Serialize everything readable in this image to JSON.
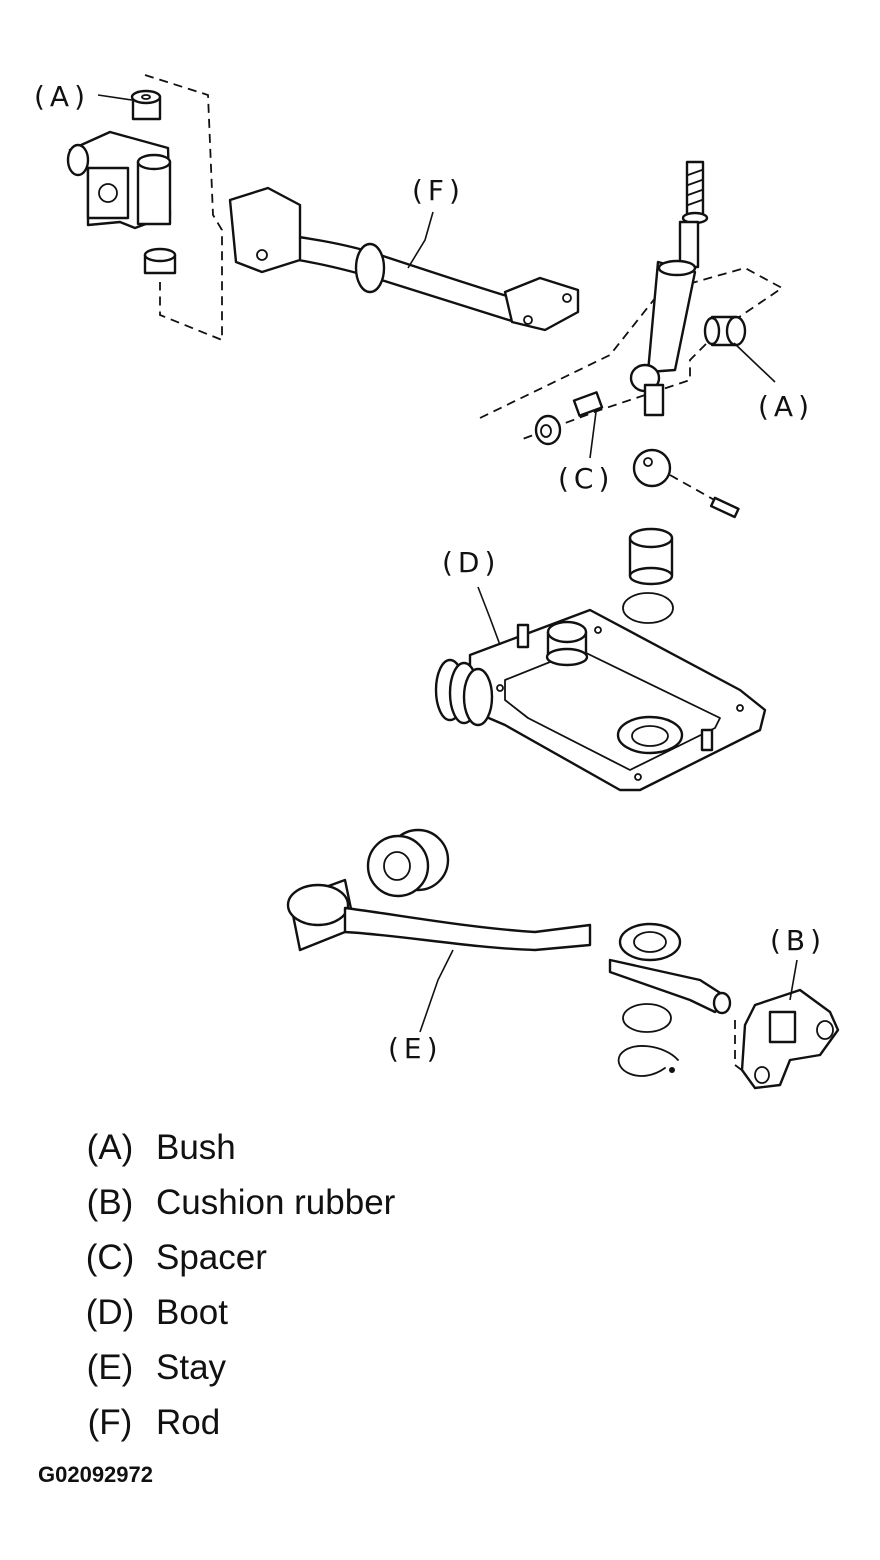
{
  "callouts": {
    "a_top": "(A)",
    "a_right": "(A)",
    "b": "(B)",
    "c": "(C)",
    "d": "(D)",
    "e": "(E)",
    "f": "(F)"
  },
  "legend": [
    {
      "code": "(A)",
      "name": "Bush"
    },
    {
      "code": "(B)",
      "name": "Cushion rubber"
    },
    {
      "code": "(C)",
      "name": "Spacer"
    },
    {
      "code": "(D)",
      "name": "Boot"
    },
    {
      "code": "(E)",
      "name": "Stay"
    },
    {
      "code": "(F)",
      "name": "Rod"
    }
  ],
  "figure_id": "G02092972"
}
